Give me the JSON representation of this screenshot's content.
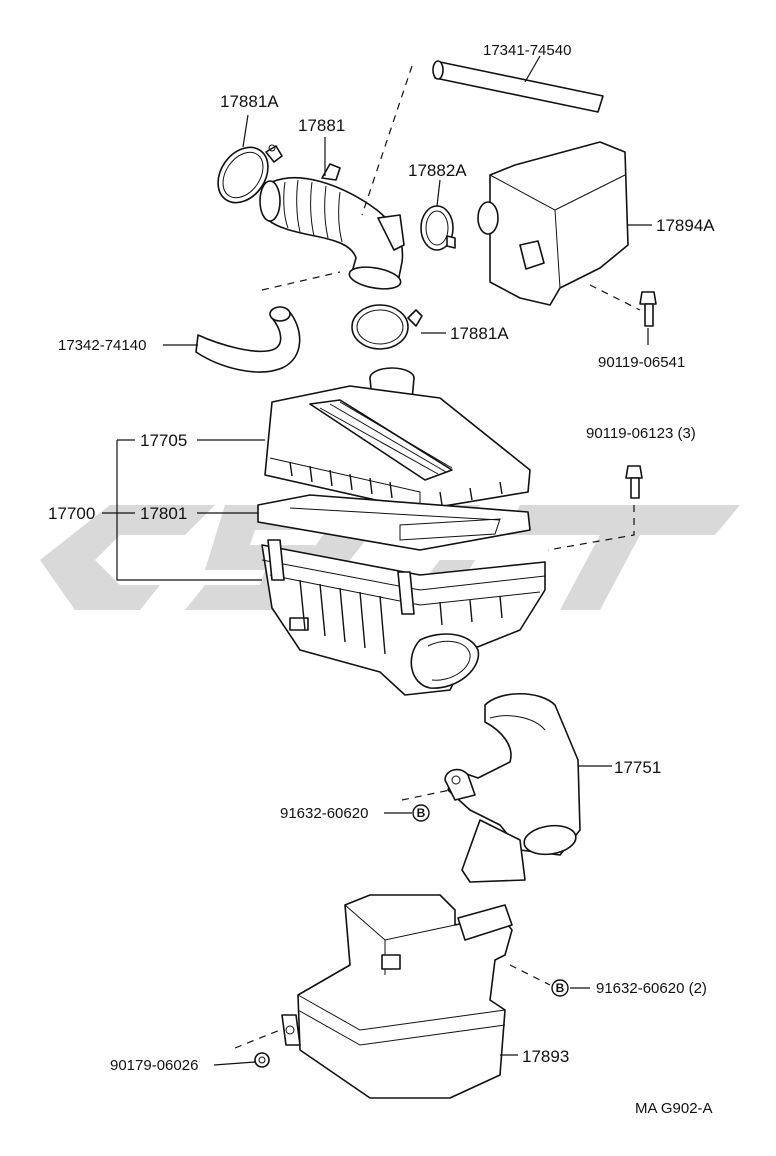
{
  "diagram_code": "MA G902-A",
  "parts": {
    "p17341": "17341-74540",
    "p17881A_top": "17881A",
    "p17881": "17881",
    "p17882A": "17882A",
    "p17894A": "17894A",
    "p17342": "17342-74140",
    "p17881A_bottom": "17881A",
    "p90119_06541": "90119-06541",
    "p90119_06123": "90119-06123 (3)",
    "p17705": "17705",
    "p17700": "17700",
    "p17801": "17801",
    "p17751": "17751",
    "p91632_a": "91632-60620",
    "p91632_b": "91632-60620 (2)",
    "p17893": "17893",
    "p90179": "90179-06026"
  },
  "markers": {
    "b1": "B",
    "b2": "B"
  },
  "colors": {
    "line": "#111111",
    "watermark": "#d9d9d9",
    "background": "#ffffff"
  }
}
